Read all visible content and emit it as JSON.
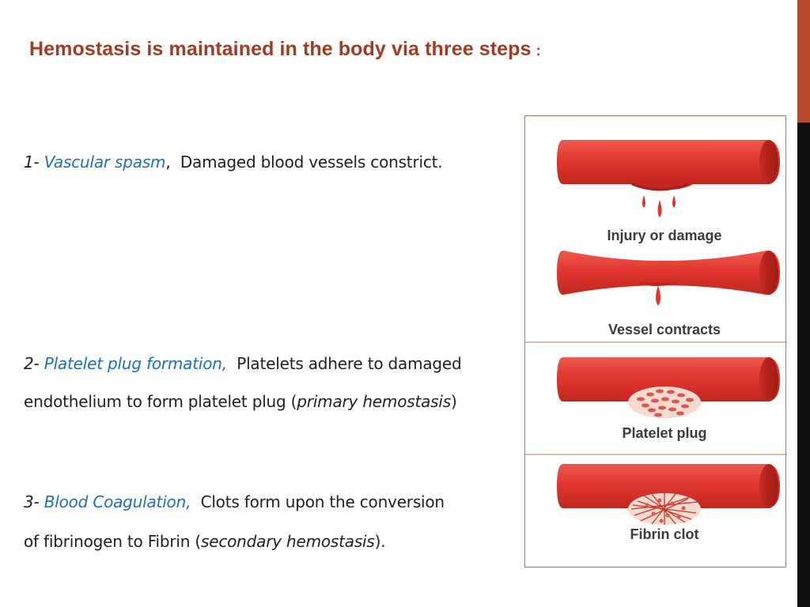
{
  "title": {
    "text": "Hemostasis is maintained in the body via three steps",
    "colon": ":"
  },
  "colors": {
    "title": "#a33b22",
    "term": "#1f6fb5",
    "vessel": "#e0362d",
    "vessel_dark": "#b8241d",
    "accent_top": "#b54a2b",
    "accent_bottom": "#111111"
  },
  "steps": [
    {
      "number": "1-",
      "term": "Vascular spasm",
      "line1_rest": "Damaged blood vessels constrict."
    },
    {
      "number": "2-",
      "term": "Platelet plug formation,",
      "line1_rest": "Platelets adhere to damaged",
      "line2_pre": "endothelium to form platelet plug (",
      "line2_em": "primary hemostasis",
      "line2_post": ")"
    },
    {
      "number": "3-",
      "term": "Blood  Coagulation,",
      "line1_rest": "Clots form upon the conversion",
      "line2_pre": "of fibrinogen to Fibrin (",
      "line2_em": "secondary hemostasis",
      "line2_post": ")."
    }
  ],
  "figure": {
    "labels": {
      "injury": "Injury or damage",
      "contracts": "Vessel contracts",
      "platelet_plug": "Platelet plug",
      "fibrin_clot": "Fibrin clot"
    }
  }
}
